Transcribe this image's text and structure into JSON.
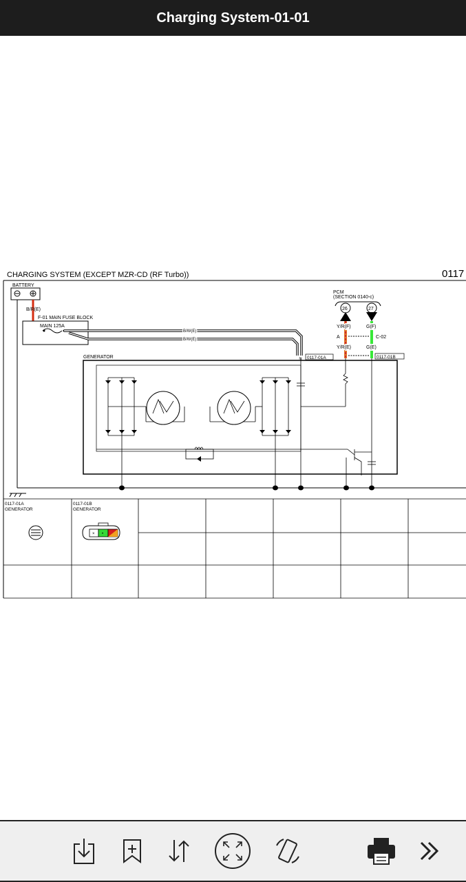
{
  "header": {
    "title": "Charging System-01-01"
  },
  "diagram": {
    "heading": "CHARGING SYSTEM (EXCEPT MZR-CD (RF Turbo))",
    "code": "0117",
    "battery": "BATTERY",
    "battery_wire": "B/R(E)",
    "fuse_block": "F-01 MAIN FUSE BLOCK",
    "fuse": "MAIN 125A",
    "wire_bw1": "B/W(E)",
    "wire_bw2": "B/W(E)",
    "pcm": "PCM",
    "pcm_section": "(SECTION 0140-c)",
    "pin_26": "26",
    "pin_27": "27",
    "wire_yrf": "Y/R(F)",
    "wire_gf": "G(F)",
    "conn_a": "A",
    "conn_c02": "C-02",
    "wire_yre": "Y/R(E)",
    "wire_ge": "G(E)",
    "tag_a": "0117-01A",
    "tag_b": "0117-01B",
    "generator": "GENERATOR",
    "tbl_a_code": "0117-01A",
    "tbl_a_name": "GENERATOR",
    "tbl_b_code": "0117-01B",
    "tbl_b_name": "GENERATOR"
  },
  "toolbar": {
    "icons": [
      "download-icon",
      "bookmark-add-icon",
      "sort-icon",
      "fit-screen-icon",
      "rotate-icon",
      "print-icon",
      "more-icon"
    ]
  }
}
